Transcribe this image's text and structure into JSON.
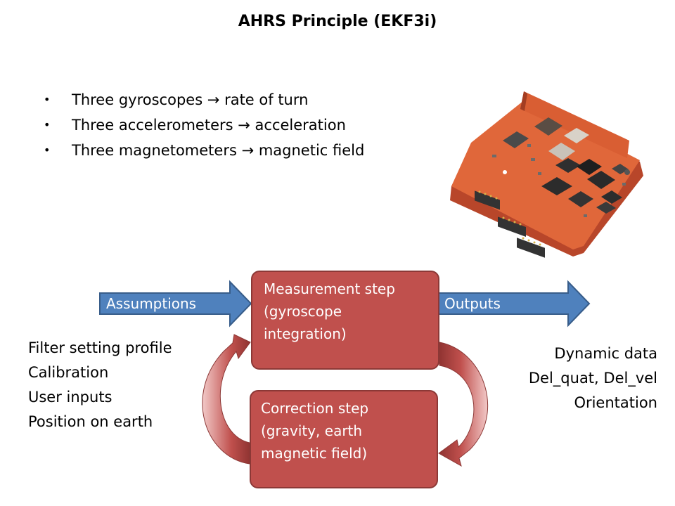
{
  "title": "AHRS Principle (EKF3i)",
  "bullets": [
    "Three gyroscopes → rate of turn",
    "Three accelerometers → acceleration",
    "Three magnetometers → magnetic field"
  ],
  "bullet_symbol": "•",
  "arrows": {
    "assumptions": "Assumptions",
    "outputs": "Outputs"
  },
  "measurement_step": {
    "line1": "Measurement step",
    "line2": "(gyroscope",
    "line3": "integration)"
  },
  "correction_step": {
    "line1": "Correction step",
    "line2": "(gravity, earth",
    "line3": "magnetic field)"
  },
  "inputs": [
    "Filter setting profile",
    "Calibration",
    "User inputs",
    "Position on earth"
  ],
  "outputs": [
    "Dynamic data",
    "Del_quat, Del_vel",
    "Orientation"
  ],
  "colors": {
    "box_fill": "#c0504d",
    "box_border": "#8c3836",
    "arrow_fill": "#4f81bd",
    "arrow_border": "#385d8a",
    "board": "#e0673a"
  }
}
